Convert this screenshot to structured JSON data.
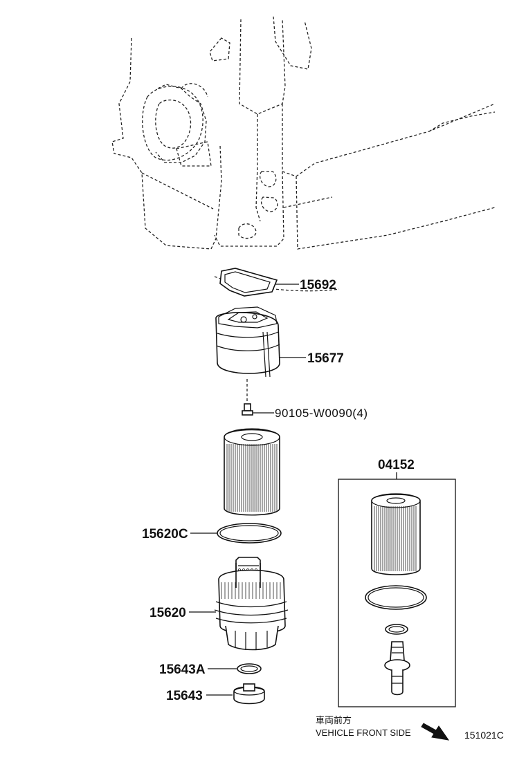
{
  "parts": {
    "gasket_15692": "15692",
    "cap_15677": "15677",
    "bolt": "90105-W0090(4)",
    "oring_15620C": "15620C",
    "cap_assy_15620": "15620",
    "gasket_15643A": "15643A",
    "plug_15643": "15643",
    "kit_04152": "04152"
  },
  "footer": {
    "direction_jp": "車両前方",
    "direction_en": "VEHICLE FRONT SIDE",
    "diagram_ref": "151021C"
  }
}
